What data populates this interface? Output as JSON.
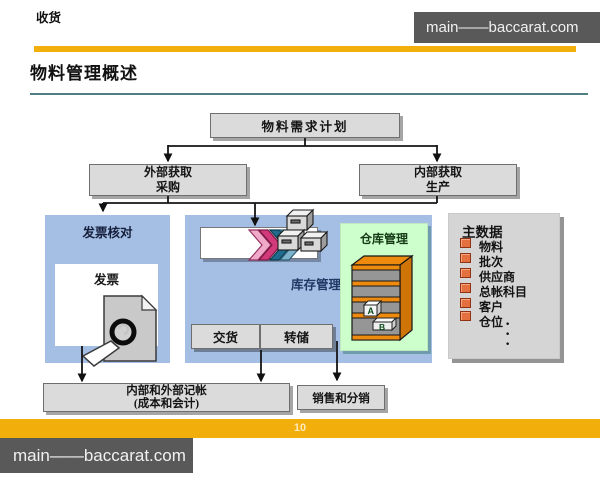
{
  "watermark": {
    "top": "main——baccarat.com",
    "bottom": "main——baccarat.com"
  },
  "slide": {
    "title": "物料管理概述",
    "page_number": "10"
  },
  "flowchart": {
    "mrp": "物料需求计划",
    "external": "外部获取\n采购",
    "internal": "内部获取\n生产",
    "invoice_title": "发票核对",
    "invoice_label": "发票",
    "goods_receipt": "收货",
    "inventory_title": "库存管理",
    "delivery": "交货",
    "transfer": "转储",
    "warehouse_title": "仓库管理",
    "shelf_box_a": "A",
    "shelf_box_b": "B",
    "accounting": "内部和外部记帐\n(成本和会计)",
    "sales": "销售和分销"
  },
  "master_data": {
    "title": "主数据",
    "items": [
      "物料",
      "批次",
      "供应商",
      "总帐科目",
      "客户",
      "仓位"
    ],
    "ellipsis": "·\n·\n·"
  },
  "colors": {
    "accent_yellow": "#F2AE0A",
    "watermark_bg": "#595959",
    "panel_blue": "#A4BEE4",
    "panel_green": "#CCFFCC",
    "bullet_orange": "#E4703F",
    "shelf_orange": "#EE8A0D",
    "chevron_pink": "#D23A7B",
    "chevron_teal": "#1F6C8E"
  }
}
